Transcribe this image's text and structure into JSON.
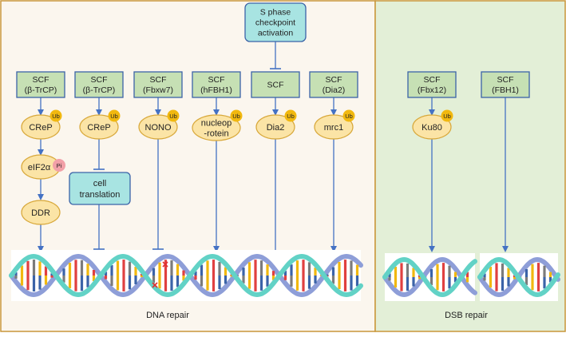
{
  "checkpoint": {
    "lines": [
      "S phase",
      "checkpoint",
      "activation"
    ]
  },
  "scf_boxes": [
    {
      "lines": [
        "SCF",
        "(β-TrCP)"
      ]
    },
    {
      "lines": [
        "SCF",
        "(β-TrCP)"
      ]
    },
    {
      "lines": [
        "SCF",
        "(Fbxw7)"
      ]
    },
    {
      "lines": [
        "SCF",
        "(hFBH1)"
      ]
    },
    {
      "lines": [
        "SCF"
      ]
    },
    {
      "lines": [
        "SCF",
        "(Dia2)"
      ]
    },
    {
      "lines": [
        "SCF",
        "(Fbx12)"
      ]
    },
    {
      "lines": [
        "SCF",
        "(FBH1)"
      ]
    }
  ],
  "substrates": [
    {
      "lines": [
        "CReP"
      ],
      "tag": "Ub"
    },
    {
      "lines": [
        "CReP"
      ],
      "tag": "Ub"
    },
    {
      "lines": [
        "NONO"
      ],
      "tag": "Ub"
    },
    {
      "lines": [
        "nucleop",
        "-rotein"
      ],
      "tag": "Ub"
    },
    {
      "lines": [
        "Dia2"
      ],
      "tag": "Ub"
    },
    {
      "lines": [
        "mrc1"
      ],
      "tag": "Ub"
    },
    {
      "lines": [
        "Ku80"
      ],
      "tag": "Ub"
    }
  ],
  "eif2a": {
    "label": "eIF2α",
    "tag": "Pi"
  },
  "ddr": {
    "label": "DDR"
  },
  "cell_translation": {
    "lines": [
      "cell",
      "translation"
    ]
  },
  "labels": {
    "dna_repair": "DNA repair",
    "dsb_repair": "DSB repair"
  },
  "colors": {
    "left_panel": "#FBF6EE",
    "right_panel": "#E3EFD7",
    "panel_border": "#C9963A",
    "scf_fill": "#C6E0B4",
    "scf_border": "#3B63A8",
    "substrate_fill": "#FBE4A6",
    "substrate_border": "#D8A83A",
    "ub_fill": "#F1B80F",
    "pi_fill": "#F2A0A8",
    "teal_box": "#A8E4E2",
    "arrow": "#4472C4",
    "dna_blue": "#8E9ED8",
    "dna_teal": "#62D2C6"
  }
}
